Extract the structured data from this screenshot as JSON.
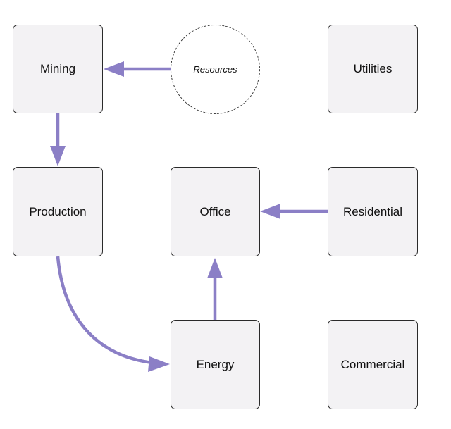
{
  "diagram": {
    "nodes": {
      "mining": "Mining",
      "resources": "Resources",
      "utilities": "Utilities",
      "production": "Production",
      "office": "Office",
      "residential": "Residential",
      "energy": "Energy",
      "commercial": "Commercial"
    },
    "edges": [
      {
        "from": "Resources",
        "to": "Mining"
      },
      {
        "from": "Mining",
        "to": "Production"
      },
      {
        "from": "Production",
        "to": "Energy"
      },
      {
        "from": "Energy",
        "to": "Office"
      },
      {
        "from": "Residential",
        "to": "Office"
      }
    ],
    "colors": {
      "edge": "#8b7fc6",
      "node_fill": "#f3f2f4",
      "node_border": "#2a2a2a"
    }
  }
}
